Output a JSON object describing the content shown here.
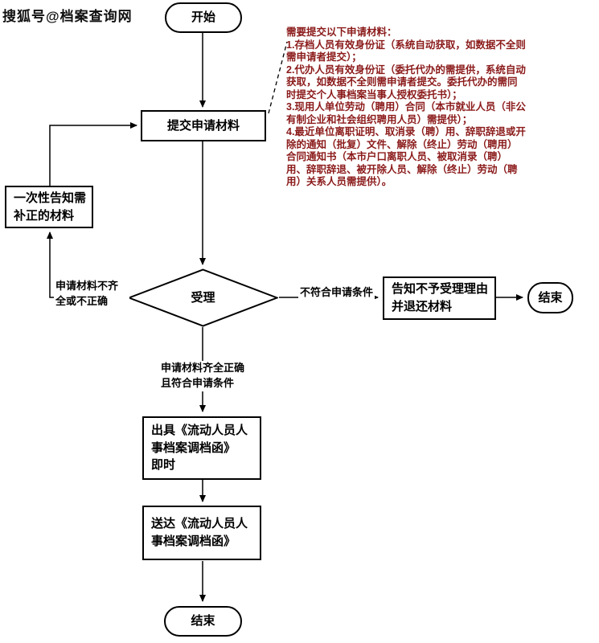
{
  "watermark": "搜狐号@档案查询网",
  "colors": {
    "annotation_text": "#8b1a1a",
    "line": "#000000",
    "node_fill": "#ffffff"
  },
  "nodes": {
    "start": "开始",
    "submit": "提交申请材料",
    "correction": "一次性告知需\n补正的材料",
    "accept": "受理",
    "reject_notice": "告知不予受理理由\n并退还材料",
    "end_right": "结束",
    "issue": "出具《流动人员人\n事档案调档函》\n即时",
    "deliver": "送达《流动人员人\n事档案调档函》",
    "end_bottom": "结束"
  },
  "edge_labels": {
    "incomplete": "申请材料不齐\n全或不正确",
    "not_qualified": "不符合申请条件",
    "qualified": "申请材料齐全正确\n且符合申请条件"
  },
  "annotation": {
    "title": "需要提交以下申请材料：",
    "items": [
      "1.存档人员有效身份证（系统自动获取，如数据不全则需申请者提交）；",
      "2.代办人员有效身份证（委托代办的需提供，系统自动获取，如数据不全则需申请者提交。委托代办的需同时提交个人事档案当事人授权委托书）；",
      "3.现用人单位劳动（聘用）合同（本市就业人员（非公有制企业和社会组织聘用人员）需提供）；",
      "4.最近单位离职证明、取消录（聘）用、辞职辞退或开除的通知（批复）文件、解除（终止）劳动（聘用）合同通知书（本市户口离职人员、被取消录（聘）用、辞职辞退、被开除人员、解除（终止）劳动（聘用）关系人员需提供）。"
    ]
  }
}
